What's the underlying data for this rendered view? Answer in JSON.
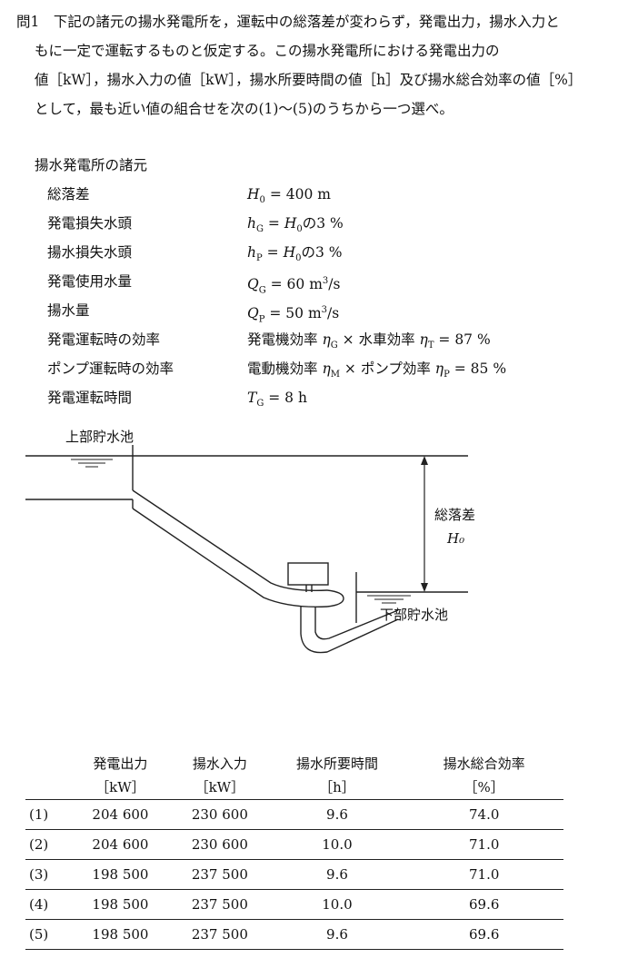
{
  "question": {
    "number": "問1",
    "lines": [
      "下記の諸元の揚水発電所を，運転中の総落差が変わらず，発電出力，揚水入力と",
      "もに一定で運転するものと仮定する。この揚水発電所における発電出力の",
      "値［kW］，揚水入力の値［kW］，揚水所要時間の値［h］及び揚水総合効率の値［%］",
      "として，最も近い値の組合せを次の(1)～(5)のうちから一つ選べ。"
    ]
  },
  "specs": {
    "title": "揚水発電所の諸元",
    "items": [
      {
        "label": "総落差",
        "value": "H₀ = 400 m"
      },
      {
        "label": "発電損失水頭",
        "value": "h_G = H₀の3 %"
      },
      {
        "label": "揚水損失水頭",
        "value": "h_P = H₀の3 %"
      },
      {
        "label": "発電使用水量",
        "value": "Q_G = 60 m³/s"
      },
      {
        "label": "揚水量",
        "value": "Q_P = 50 m³/s"
      },
      {
        "label": "発電運転時の効率",
        "value": "発電機効率 η_G × 水車効率 η_T = 87 %"
      },
      {
        "label": "ポンプ運転時の効率",
        "value": "電動機効率 η_M × ポンプ効率 η_P = 85 %"
      },
      {
        "label": "発電運転時間",
        "value": "T_G = 8 h"
      }
    ]
  },
  "diagram": {
    "upper_reservoir": "上部貯水池",
    "lower_reservoir": "下部貯水池",
    "head_label": "総落差",
    "head_symbol": "H₀"
  },
  "table": {
    "headers": [
      {
        "name": "発電出力",
        "unit": "［kW］"
      },
      {
        "name": "揚水入力",
        "unit": "［kW］"
      },
      {
        "name": "揚水所要時間",
        "unit": "［h］"
      },
      {
        "name": "揚水総合効率",
        "unit": "［%］"
      }
    ],
    "rows": [
      {
        "choice": "(1)",
        "values": [
          "204 600",
          "230 600",
          "9.6",
          "74.0"
        ]
      },
      {
        "choice": "(2)",
        "values": [
          "204 600",
          "230 600",
          "10.0",
          "71.0"
        ]
      },
      {
        "choice": "(3)",
        "values": [
          "198 500",
          "237 500",
          "9.6",
          "71.0"
        ]
      },
      {
        "choice": "(4)",
        "values": [
          "198 500",
          "237 500",
          "10.0",
          "69.6"
        ]
      },
      {
        "choice": "(5)",
        "values": [
          "198 500",
          "237 500",
          "9.6",
          "69.6"
        ]
      }
    ]
  }
}
